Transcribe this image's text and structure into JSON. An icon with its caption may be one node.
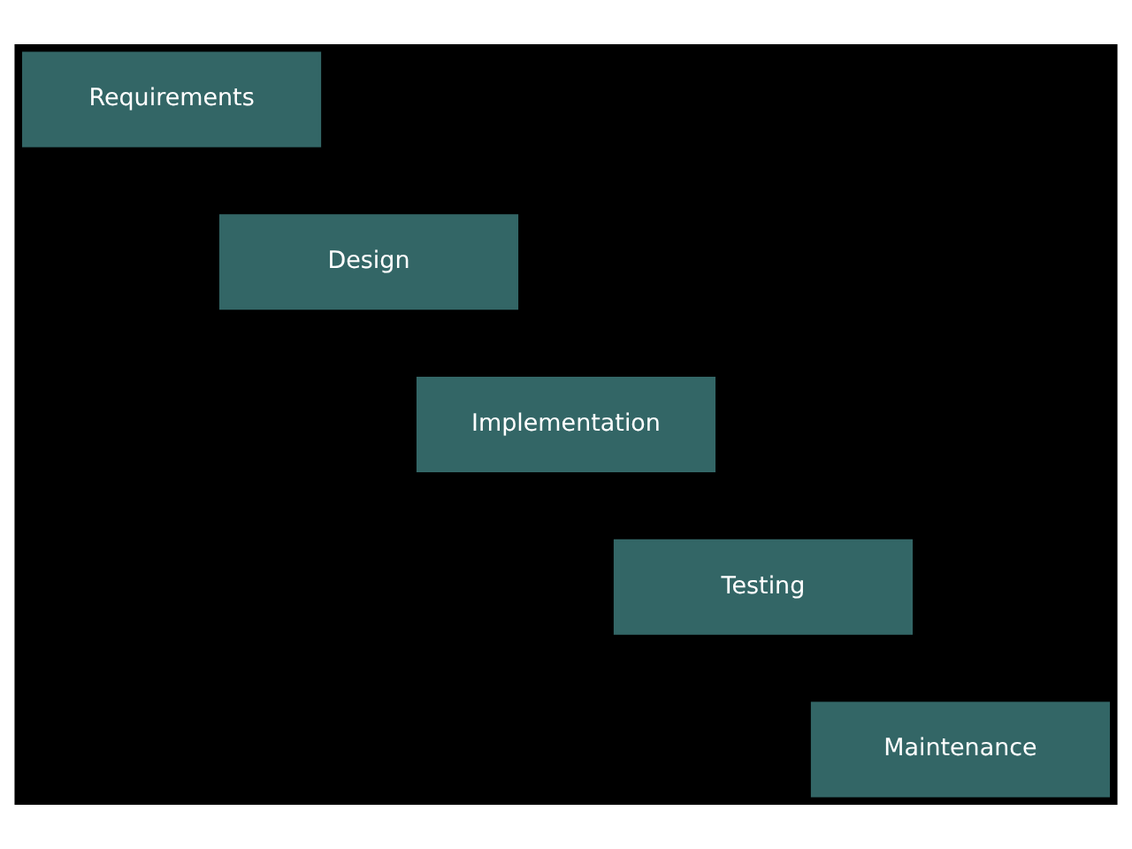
{
  "diagram": {
    "nodes": [
      {
        "text": [
          "Requirements"
        ]
      },
      {
        "text": [
          "Design"
        ]
      },
      {
        "text": [
          "Implementation"
        ]
      },
      {
        "text": [
          "Testing"
        ]
      },
      {
        "text": [
          "Maintenance"
        ]
      }
    ]
  }
}
